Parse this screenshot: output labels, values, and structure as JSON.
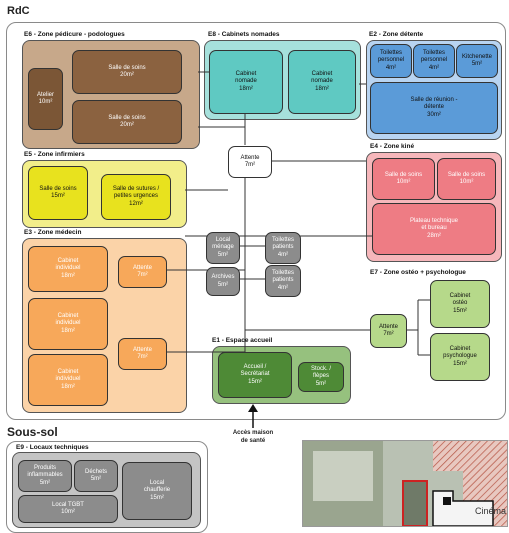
{
  "rdc_title": "RdC",
  "soussol_title": "Sous-sol",
  "entry_label": "Accès maison\nde santé",
  "zones": {
    "e6": "E6 - Zone pédicure - podologues",
    "e8": "E8 - Cabinets nomades",
    "e2": "E2 - Zone détente",
    "e5": "E5 - Zone infirmiers",
    "e4": "E4 - Zone kiné",
    "e3": "E3 - Zone médecin",
    "e7": "E7 - Zone ostéo + psychologue",
    "e1": "E1 - Espace accueil",
    "e9": "E9 - Locaux techniques"
  },
  "rooms": {
    "atelier": "Atelier\n10m²",
    "soins_pedi_1": "Salle de soins\n20m²",
    "soins_pedi_2": "Salle de soins\n20m²",
    "nomade_1": "Cabinet\nnomade\n18m²",
    "nomade_2": "Cabinet\nnomade\n18m²",
    "toilettes_perso_1": "Toilettes\npersonnel\n4m²",
    "toilettes_perso_2": "Toilettes\npersonnel\n4m²",
    "kitchenette": "Kitchenette\n5m²",
    "reunion": "Salle de réunion -\ndétente\n30m²",
    "attente_center": "Attente\n7m²",
    "soins_inf": "Salle de soins\n15m²",
    "sutures": "Salle de sutures /\npetites urgences\n12m²",
    "soins_kine_1": "Salle de soins\n10m²",
    "soins_kine_2": "Salle de soins\n10m²",
    "plateau": "Plateau technique\net bureau\n28m²",
    "menage": "Local\nménage\n5m²",
    "toilettes_pat_1": "Toilettes\npatients\n4m²",
    "archives": "Archives\n5m²",
    "toilettes_pat_2": "Toilettes\npatients\n4m²",
    "cab_ind_1": "Cabinet\nindividuel\n18m²",
    "cab_ind_2": "Cabinet\nindividuel\n18m²",
    "cab_ind_3": "Cabinet\nindividuel\n18m²",
    "attente_med_1": "Attente\n7m²",
    "attente_med_2": "Attente\n7m²",
    "osteo": "Cabinet\nostéo\n15m²",
    "psy": "Cabinet\npsychologue\n15m²",
    "attente_osteo": "Attente\n7m²",
    "accueil": "Accueil /\nSecrétariat\n15m²",
    "stock": "Stock. /\nflèpes\n5m²",
    "produits": "Produits\ninflammables\n5m²",
    "dechets": "Déchets\n5m²",
    "tgbt": "Local TGBT\n10m²",
    "chaufferie": "Local\nchaufferie\n15m²"
  },
  "map_label": "Cinéma",
  "colors": {
    "brown": "#8b6240",
    "teal": "#5fc9c2",
    "blue": "#5b9bd8",
    "yellow": "#e8e21e",
    "pink": "#ee7c84",
    "orange": "#f7a85a",
    "lime": "#b6d98a",
    "green": "#4e8a36",
    "grey": "#8c8c8c"
  }
}
